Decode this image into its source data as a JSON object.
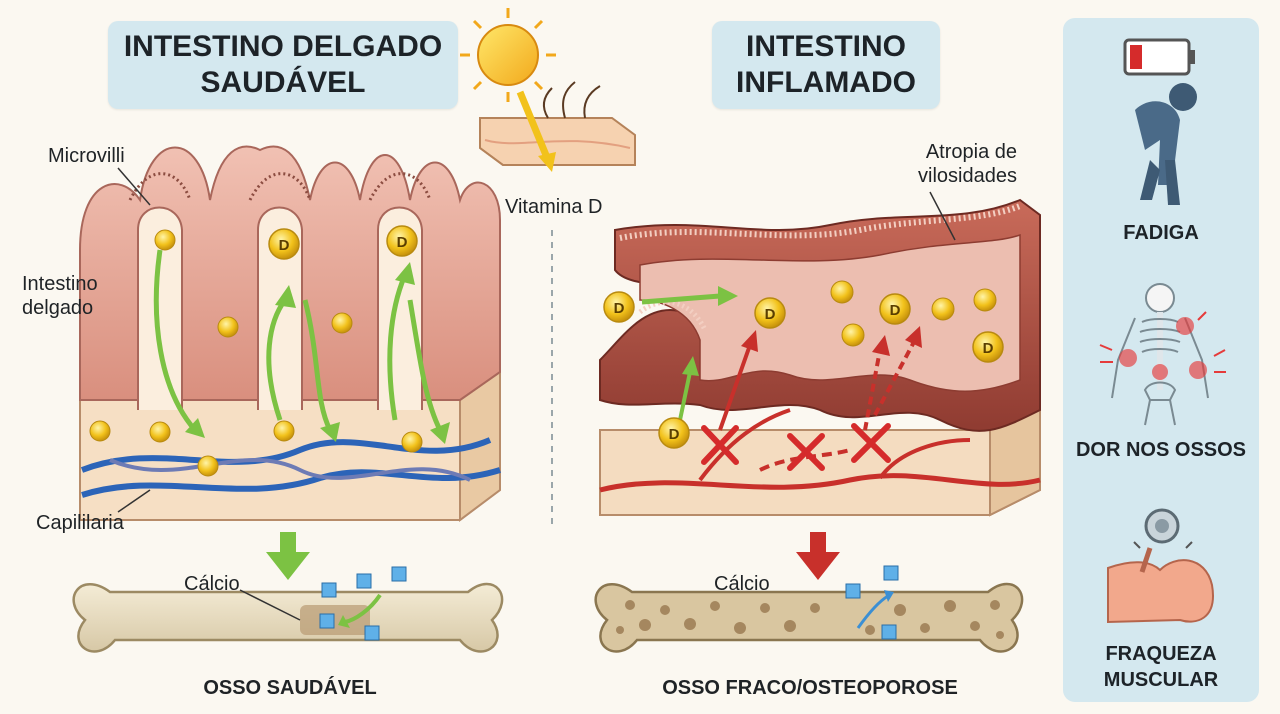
{
  "titles": {
    "healthy_line1": "INTESTINO DELGADO",
    "healthy_line2": "SAUDÁVEL",
    "inflamed_line1": "INTESTINO",
    "inflamed_line2": "INFLAMADO"
  },
  "labels": {
    "microvilli": "Microvilli",
    "intestine_line1": "Intestino",
    "intestine_line2": "delgado",
    "capillaries": "Capililaria",
    "vitamin_d": "Vitamina D",
    "atrophy_line1": "Atropia de",
    "atrophy_line2": "vilosidades",
    "calcium_left": "Cálcio",
    "calcium_right": "Cálcio",
    "d_marker": "D"
  },
  "captions": {
    "healthy_bone": "OSSO SAUDÁVEL",
    "weak_bone": "OSSO FRACO/OSTEOPOROSE"
  },
  "symptoms": [
    {
      "label_line1": "FADIGA",
      "label_line2": "",
      "icon": "low-battery-fatigue-icon"
    },
    {
      "label_line1": "DOR NOS OSSOS",
      "label_line2": "",
      "icon": "skeleton-pain-icon"
    },
    {
      "label_line1": "FRAQUEZA",
      "label_line2": "MUSCULAR",
      "icon": "weak-muscle-icon"
    }
  ],
  "colors": {
    "absorption_arrow": "#7cc243",
    "blocked": "#d52b2b",
    "vitamin_d": "#f2c21b",
    "capillary_blue": "#2c64b8",
    "capillary_red": "#c8302b",
    "title_bg": "#d4e8ef"
  }
}
